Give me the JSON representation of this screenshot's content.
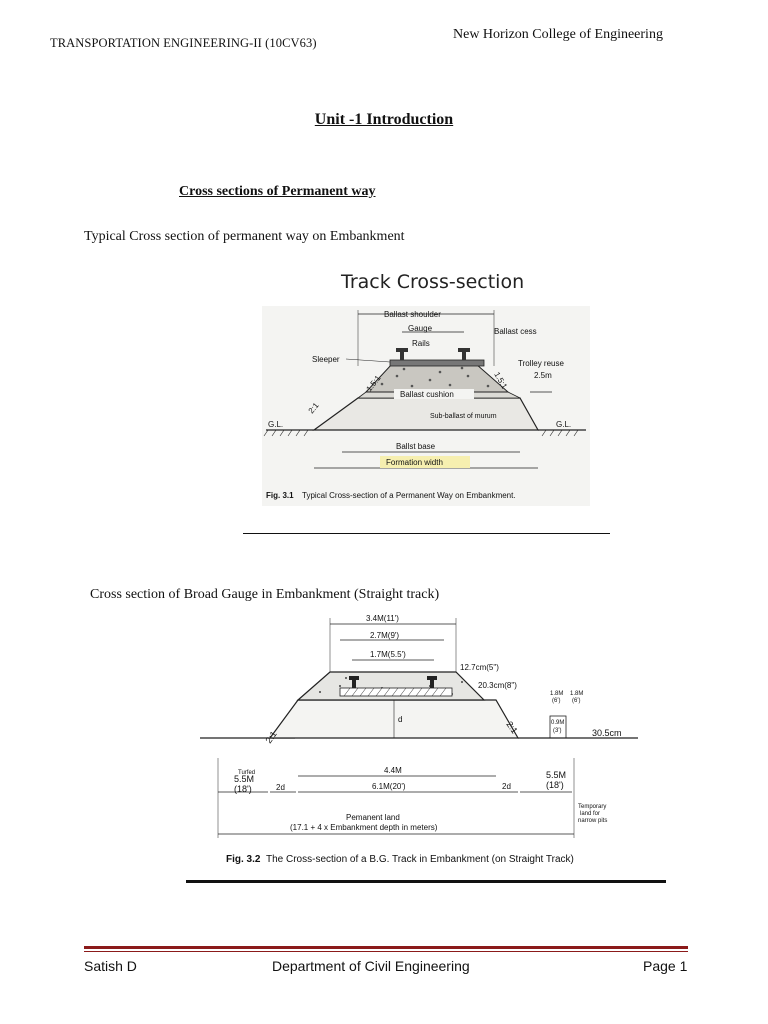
{
  "header": {
    "course": "TRANSPORTATION ENGINEERING-II (10CV63)",
    "college": "New Horizon College of Engineering"
  },
  "title": "Unit -1 Introduction",
  "section_title": "Cross sections of Permanent way",
  "para1": "Typical Cross section of permanent way on Embankment",
  "figure1": {
    "heading": "Track Cross-section",
    "labels": {
      "ballast_shoulder": "Ballast shoulder",
      "gauge": "Gauge",
      "rails": "Rails",
      "ballast_cess": "Ballast cess",
      "sleeper": "Sleeper",
      "trolley_refuge": "Trolley reuse",
      "trolley_width": "2.5m",
      "ballast_cushion": "Ballast cushion",
      "sub_ballast": "Sub-ballast of murum",
      "gl_left": "G.L.",
      "gl_right": "G.L.",
      "slope_left": "2:1",
      "slope_ballast_left": "1.5:1",
      "slope_ballast_right": "1.5:1",
      "ballast_base": "Ballst base",
      "formation_width": "Formation width"
    },
    "caption_num": "Fig. 3.1",
    "caption_text": "Typical Cross-section of a Permanent Way on Embankment."
  },
  "para2": "Cross section of Broad Gauge in Embankment (Straight track)",
  "figure2": {
    "labels": {
      "d1": "3.4M(11')",
      "d2": "2.7M(9')",
      "d3": "1.7M(5.5')",
      "d4": "12.7cm(5\")",
      "d5": "20.3cm(8\")",
      "d6a": "1.8M",
      "d6b": "(6')",
      "d7a": "1.8M",
      "d7b": "(6')",
      "d8a": "0.9M",
      "d8b": "(3')",
      "d9": "30.5cm",
      "slope_l": "2:1",
      "slope_r": "2:1",
      "depth": "d",
      "turfed": "Turfed",
      "w44": "4.4M",
      "w61": "6.1M(20')",
      "l55a": "5.5M",
      "l55b": "(18')",
      "r55a": "5.5M",
      "r55b": "(18')",
      "two_d_l": "2d",
      "two_d_r": "2d",
      "perm1": "Pemanent land",
      "perm2": "(17.1 + 4 x Embankment depth in meters)",
      "temp1": "Temporary",
      "temp2": "land for",
      "temp3": "narrow pits"
    },
    "caption_num": "Fig. 3.2",
    "caption_text": "The Cross-section of a B.G. Track in Embankment (on Straight Track)"
  },
  "footer": {
    "author": "Satish D",
    "department": "Department of Civil Engineering",
    "page": "Page 1"
  }
}
